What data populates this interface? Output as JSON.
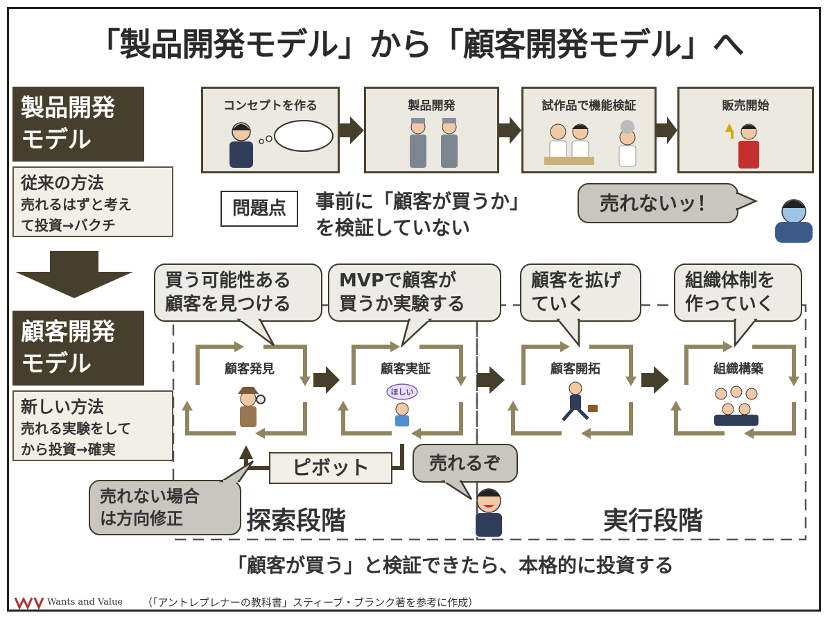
{
  "title": "「製品開発モデル」から「顧客開発モデル」へ",
  "product_model": {
    "label_line1": "製品開発",
    "label_line2": "モデル",
    "old_method": {
      "heading": "従来の方法",
      "line1": "売れるはずと考え",
      "line2": "て投資→バクチ"
    },
    "steps": [
      {
        "label": "コンセプトを作る"
      },
      {
        "label": "製品開発"
      },
      {
        "label": "試作品で機能検証"
      },
      {
        "label": "販売開始"
      }
    ],
    "problem_label": "問題点",
    "problem_line1": "事前に「顧客が買うか」",
    "problem_line2": "を検証していない",
    "cry_bubble": "売れないッ！"
  },
  "customer_model": {
    "label_line1": "顧客開発",
    "label_line2": "モデル",
    "new_method": {
      "heading": "新しい方法",
      "line1": "売れる実験をして",
      "line2": "から投資→確実"
    },
    "bubbles": [
      {
        "line1": "買う可能性ある",
        "line2": "顧客を見つける"
      },
      {
        "line1": "MVPで顧客が",
        "line2": "買うか実験する"
      },
      {
        "line1": "顧客を拡げ",
        "line2": "ていく"
      },
      {
        "line1": "組織体制を",
        "line2": "作っていく"
      }
    ],
    "cycles": [
      {
        "label": "顧客発見"
      },
      {
        "label": "顧客実証",
        "sign": "ほしい"
      },
      {
        "label": "顧客開拓"
      },
      {
        "label": "組織構築"
      }
    ],
    "pivot_label": "ピボット",
    "pivot_note_line1": "売れない場合",
    "pivot_note_line2": "は方向修正",
    "sells_bubble": "売れるぞ",
    "stage_explore": "探索段階",
    "stage_execute": "実行段階"
  },
  "conclusion": "「顧客が買う」と検証できたら、本格的に投資する",
  "source_note": "（「アントレプレナーの教科書」スティーブ・ブランク著を参考に作成）",
  "brand": "Wants and Value",
  "colors": {
    "dark": "#463f2c",
    "cycle_arrow": "#8f8560",
    "light_fill": "#f2efe6"
  }
}
